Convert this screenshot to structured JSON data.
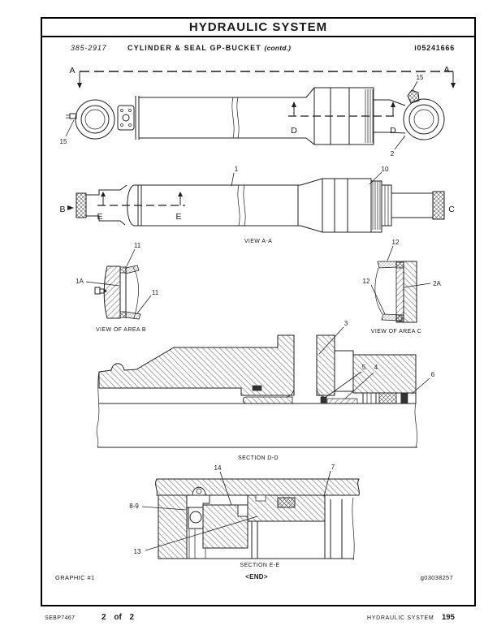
{
  "header": {
    "title": "HYDRAULIC SYSTEM",
    "part_number": "385-2917",
    "part_title": "CYLINDER & SEAL GP-BUCKET",
    "contd": "(contd.)",
    "doc_id": "i05241666"
  },
  "figures": {
    "overall": {
      "labels": {
        "a_left": "A",
        "a_right": "A",
        "n15_left": "15",
        "n15_right": "15",
        "n2": "2",
        "d_left": "D",
        "d_right": "D"
      }
    },
    "view_aa": {
      "caption": "VIEW A-A",
      "labels": {
        "b": "B",
        "c": "C",
        "e_left": "E",
        "e_right": "E",
        "n1": "1",
        "n10": "10"
      }
    },
    "area_b": {
      "caption": "VIEW OF AREA B",
      "labels": {
        "n11_top": "11",
        "n1a": "1A",
        "n11_right": "11"
      }
    },
    "area_c": {
      "caption": "VIEW OF AREA C",
      "labels": {
        "n12_top": "12",
        "n12_left": "12",
        "n2a": "2A"
      }
    },
    "section_dd": {
      "caption": "SECTION D-D",
      "labels": {
        "n3": "3",
        "n5": "5",
        "n4": "4",
        "n6": "6"
      }
    },
    "section_ee": {
      "caption": "SECTION E-E",
      "labels": {
        "n14": "14",
        "n7": "7",
        "n8_9": "8-9",
        "n13": "13"
      }
    }
  },
  "footer": {
    "graphic_label": "GRAPHIC #1",
    "end_marker": "<END>",
    "graphic_id": "g03038257"
  },
  "page_footer": {
    "doc_code": "SEBP7467",
    "page_indicator": "2 of 2",
    "section_title": "HYDRAULIC SYSTEM",
    "page_number": "195"
  }
}
